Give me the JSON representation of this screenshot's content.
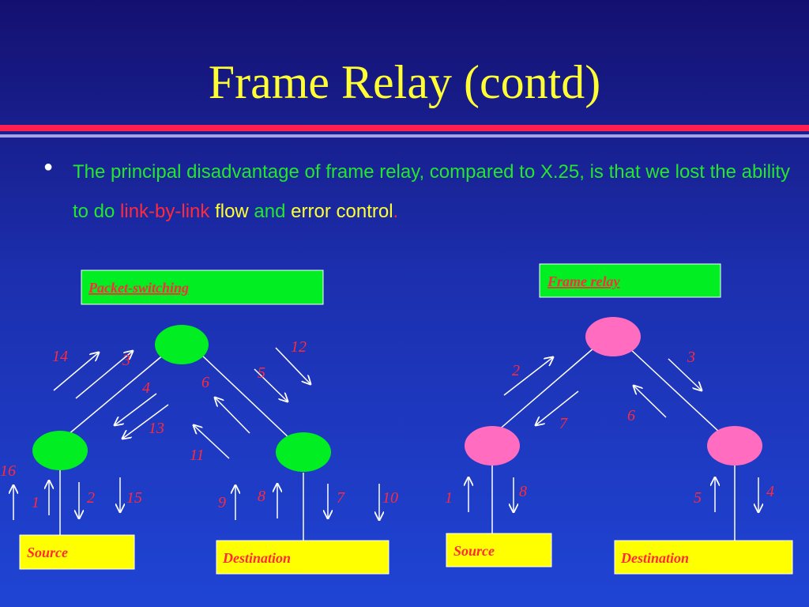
{
  "slide": {
    "title": "Frame  Relay (contd)",
    "bullet": {
      "part1": "The principal disadvantage of frame relay, compared to X.25, is that we lost the ability to do ",
      "link_by_link": "link-by-link",
      "space1": " ",
      "flow": "flow",
      "and": " and ",
      "error_control": "error control",
      "period": "."
    }
  },
  "diagrams": {
    "packet_switching": {
      "title": "Packet-switching",
      "source_label": "Source",
      "destination_label": "Destination",
      "numbers": [
        "14",
        "3",
        "4",
        "13",
        "6",
        "5",
        "12",
        "11",
        "16",
        "1",
        "2",
        "15",
        "9",
        "8",
        "7",
        "10"
      ]
    },
    "frame_relay": {
      "title": "Frame relay",
      "source_label": "Source",
      "destination_label": "Destination",
      "numbers": [
        "2",
        "7",
        "3",
        "6",
        "1",
        "8",
        "5",
        "4"
      ]
    }
  },
  "colors": {
    "title": "#ffff33",
    "bullet_text": "#24e62e",
    "highlight_red": "#ff2a3c",
    "highlight_yellow": "#ffff33",
    "packet_node": "#00ee22",
    "frame_node": "#ff6cc0",
    "label_box_green": "#00ee22",
    "label_box_yellow": "#ffff00"
  }
}
